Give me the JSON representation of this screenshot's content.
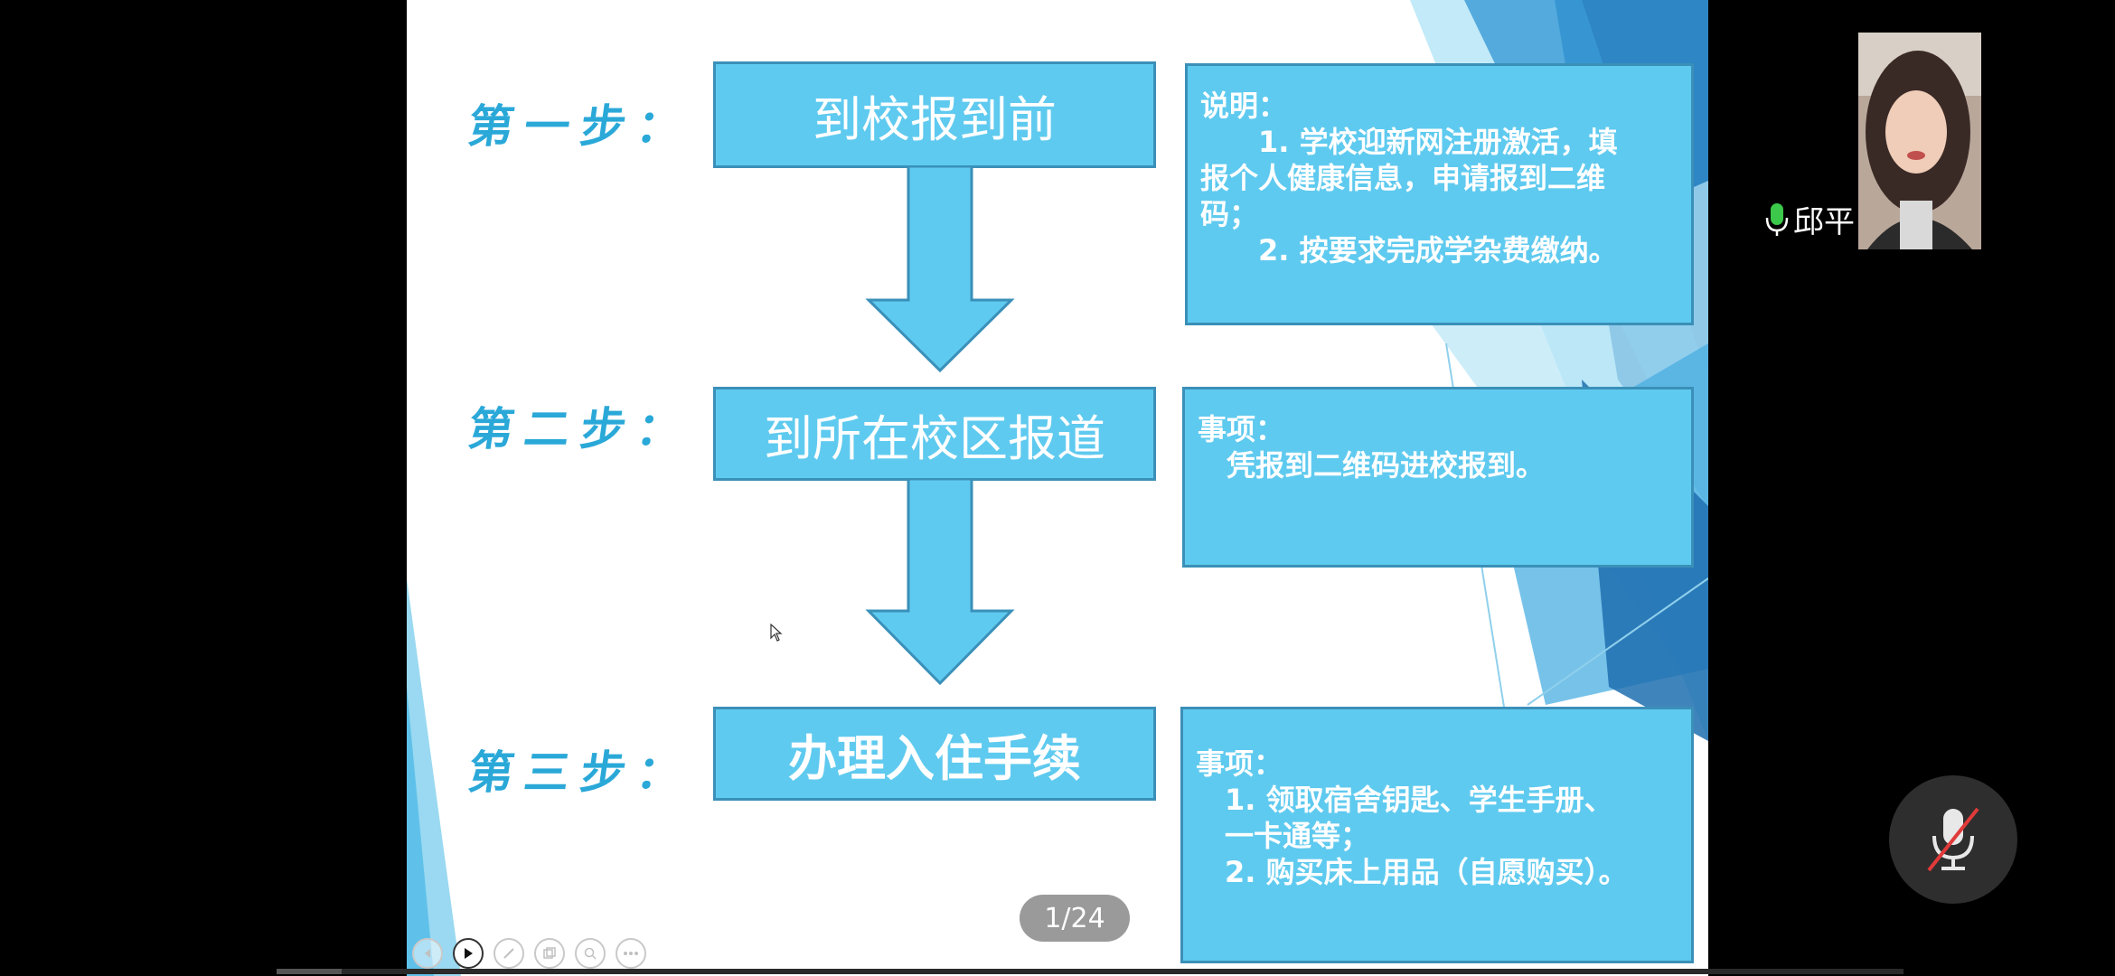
{
  "slide": {
    "steps": [
      {
        "label": "第一步：",
        "title": "到校报到前",
        "info": [
          "说明：",
          "　　1. 学校迎新网注册激活，填",
          "报个人健康信息，申请报到二维",
          "码；",
          "　　2. 按要求完成学杂费缴纳。"
        ]
      },
      {
        "label": "第二步：",
        "title": "到所在校区报道",
        "info": [
          "事项：",
          "　凭报到二维码进校报到。"
        ]
      },
      {
        "label": "第三步：",
        "title": "办理入住手续",
        "info": [
          "事项：",
          "　1. 领取宿舍钥匙、学生手册、",
          "　一卡通等；",
          "　2. 购买床上用品（自愿购买）。"
        ]
      }
    ],
    "page_indicator": "1/24",
    "progress_fraction": 0.04
  },
  "call": {
    "speaker_name": "邱平"
  },
  "colors": {
    "box_fill": "#5fcaef",
    "box_border": "#3a90b8",
    "step_text": "#2aa8d8",
    "mic_bg": "#2e2e2e"
  },
  "icons": [
    "prev-icon",
    "play-icon",
    "pen-icon",
    "slides-icon",
    "zoom-icon",
    "more-icon",
    "mic-active-icon",
    "mic-muted-icon",
    "cursor-icon"
  ]
}
